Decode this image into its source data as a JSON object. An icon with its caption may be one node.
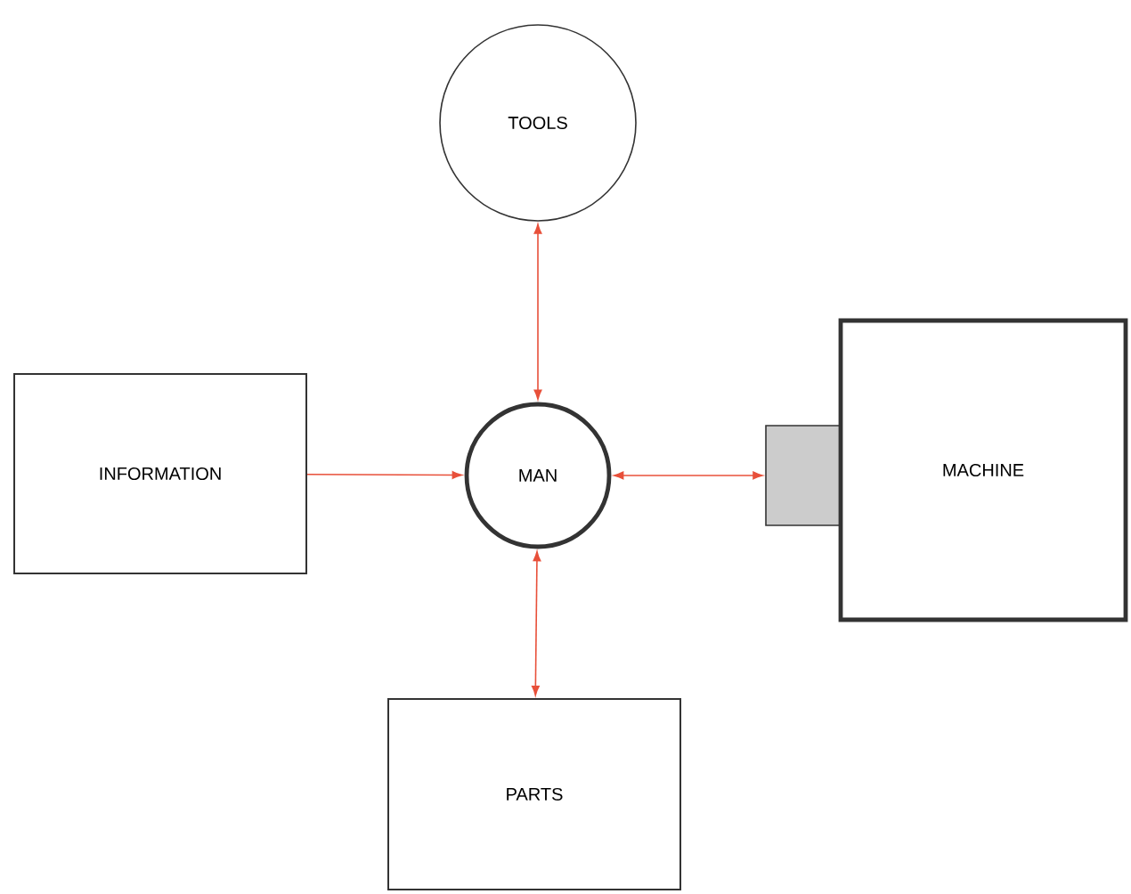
{
  "diagram": {
    "nodes": [
      {
        "text": [
          "TOOLS"
        ]
      },
      {
        "text": [
          "INFORMATION"
        ]
      },
      {
        "text": [
          "MAN"
        ]
      },
      {
        "text": [],
        "shape": "box"
      },
      {
        "text": [
          "MACHINE"
        ]
      },
      {
        "text": [
          "PARTS"
        ]
      }
    ],
    "edges": [
      {
        "from": 0,
        "to": 2,
        "arrow": "both"
      },
      {
        "from": 1,
        "to": 2,
        "arrow": "to"
      },
      {
        "from": 2,
        "to": 3,
        "arrow": "both"
      },
      {
        "from": 2,
        "to": 5,
        "arrow": "both"
      }
    ]
  }
}
